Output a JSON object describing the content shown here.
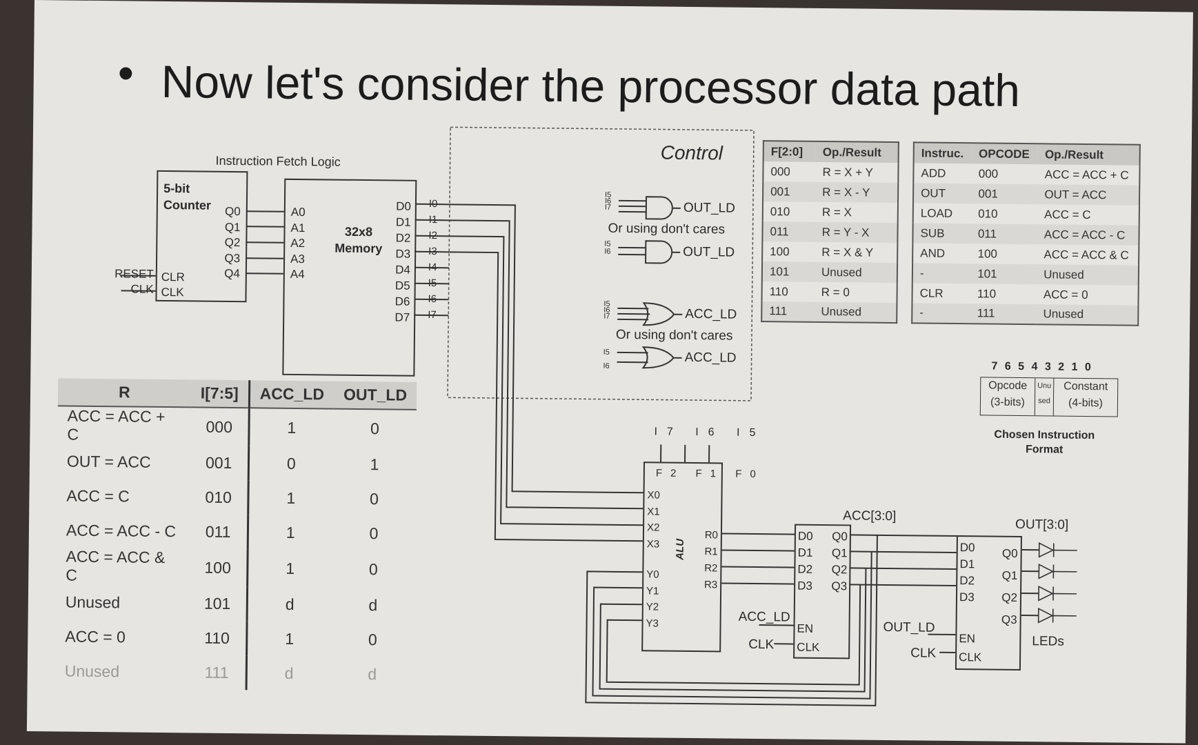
{
  "slide": {
    "title": "Now let's consider the processor data path",
    "bullet": "•"
  },
  "fetch": {
    "section_label": "Instruction Fetch Logic",
    "counter_title": "5-bit\nCounter",
    "counter_outputs": [
      "Q0",
      "Q1",
      "Q2",
      "Q3",
      "Q4"
    ],
    "counter_inputs": [
      "CLR",
      "CLK"
    ],
    "external_inputs": [
      "RESET",
      "CLK"
    ],
    "memory_label": "32x8\nMemory",
    "memory_addr": [
      "A0",
      "A1",
      "A2",
      "A3",
      "A4"
    ],
    "memory_data": [
      "D0",
      "D1",
      "D2",
      "D3",
      "D4",
      "D5",
      "D6",
      "D7"
    ],
    "instr_bits": [
      "I0",
      "I1",
      "I2",
      "I3",
      "I4",
      "I5",
      "I6",
      "I7"
    ]
  },
  "control": {
    "title": "Control",
    "gate1_inputs": [
      "I5",
      "I6",
      "I7"
    ],
    "gate1_output": "OUT_LD",
    "dont_care_1": "Or using don't cares",
    "gate2_inputs": [
      "I5",
      "I6"
    ],
    "gate2_output": "OUT_LD",
    "gate3_inputs": [
      "I5",
      "I6",
      "I7"
    ],
    "gate3_output": "ACC_LD",
    "dont_care_2": "Or using don't cares",
    "gate4_inputs": [
      "I5",
      "I6"
    ],
    "gate4_output": "ACC_LD"
  },
  "alu_table": {
    "headers": [
      "F[2:0]",
      "Op./Result"
    ],
    "rows": [
      [
        "000",
        "R = X + Y"
      ],
      [
        "001",
        "R = X - Y"
      ],
      [
        "010",
        "R = X"
      ],
      [
        "011",
        "R = Y - X"
      ],
      [
        "100",
        "R = X & Y"
      ],
      [
        "101",
        "Unused"
      ],
      [
        "110",
        "R = 0"
      ],
      [
        "111",
        "Unused"
      ]
    ]
  },
  "isa_table": {
    "headers": [
      "Instruc.",
      "OPCODE",
      "Op./Result"
    ],
    "rows": [
      [
        "ADD",
        "000",
        "ACC = ACC + C"
      ],
      [
        "OUT",
        "001",
        "OUT = ACC"
      ],
      [
        "LOAD",
        "010",
        "ACC = C"
      ],
      [
        "SUB",
        "011",
        "ACC = ACC - C"
      ],
      [
        "AND",
        "100",
        "ACC = ACC & C"
      ],
      [
        "-",
        "101",
        "Unused"
      ],
      [
        "CLR",
        "110",
        "ACC = 0"
      ],
      [
        "-",
        "111",
        "Unused"
      ]
    ]
  },
  "format": {
    "bit_numbers": "7 6 5 4 3 2 1 0",
    "field1": "Opcode\n(3-bits)",
    "field2": "Unu\nsed",
    "field3": "Constant\n(4-bits)",
    "caption": "Chosen Instruction\nFormat"
  },
  "truth_table": {
    "headers": [
      "R",
      "I[7:5]",
      "ACC_LD",
      "OUT_LD"
    ],
    "rows": [
      [
        "ACC = ACC + C",
        "000",
        "1",
        "0"
      ],
      [
        "OUT = ACC",
        "001",
        "0",
        "1"
      ],
      [
        "ACC = C",
        "010",
        "1",
        "0"
      ],
      [
        "ACC = ACC - C",
        "011",
        "1",
        "0"
      ],
      [
        "ACC = ACC & C",
        "100",
        "1",
        "0"
      ],
      [
        "Unused",
        "101",
        "d",
        "d"
      ],
      [
        "ACC = 0",
        "110",
        "1",
        "0"
      ],
      [
        "Unused",
        "111",
        "d",
        "d"
      ]
    ]
  },
  "alu": {
    "top_inputs": [
      "I7",
      "I6",
      "I5"
    ],
    "func_pins": [
      "F2",
      "F1",
      "F0"
    ],
    "x_pins": [
      "X0",
      "X1",
      "X2",
      "X3"
    ],
    "y_pins": [
      "Y0",
      "Y1",
      "Y2",
      "Y3"
    ],
    "r_pins": [
      "R0",
      "R1",
      "R2",
      "R3"
    ],
    "label": "ALU"
  },
  "acc": {
    "bus_label": "ACC[3:0]",
    "d_pins": [
      "D0",
      "D1",
      "D2",
      "D3"
    ],
    "q_pins": [
      "Q0",
      "Q1",
      "Q2",
      "Q3"
    ],
    "en_pin": "EN",
    "clk_pin": "CLK",
    "load_signal": "ACC_LD",
    "clk_signal": "CLK"
  },
  "out": {
    "bus_label": "OUT[3:0]",
    "d_pins": [
      "D0",
      "D1",
      "D2",
      "D3"
    ],
    "q_pins": [
      "Q0",
      "Q1",
      "Q2",
      "Q3"
    ],
    "en_pin": "EN",
    "clk_pin": "CLK",
    "load_signal": "OUT_LD",
    "clk_signal": "CLK",
    "leds_label": "LEDs"
  }
}
